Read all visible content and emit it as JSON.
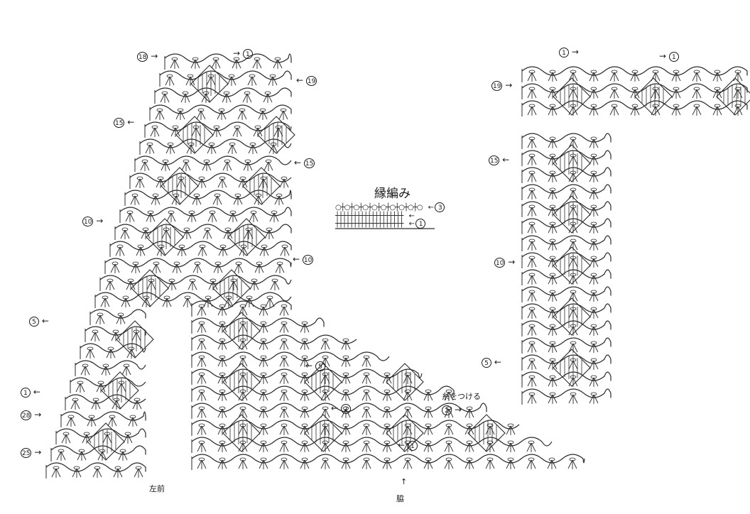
{
  "diagram": {
    "edging_title": "縁編み",
    "legend_rows": [
      {
        "text": "○┼○┼○┼○┼○┼○┼○┼○┼○┼○",
        "arrow": "←",
        "num": "3"
      },
      {
        "text": "┼┼┼┼┼┼┼┼┼┼┼┼┼┼┼┼┼┼┼",
        "arrow": "←",
        "num": ""
      },
      {
        "text": "┼┼┼┼┼┼┼┼┼┼┼┼┼┼┼┼┼┼┼",
        "arrow": "←",
        "num": "1"
      }
    ],
    "row_markers": {
      "left": [
        {
          "num": "18",
          "arrow": "→"
        },
        {
          "num": "15",
          "arrow": "←"
        },
        {
          "num": "10",
          "arrow": "→"
        },
        {
          "num": "5",
          "arrow": "←"
        },
        {
          "num": "1",
          "arrow": "←"
        },
        {
          "num": "28",
          "arrow": "→"
        },
        {
          "num": "25",
          "arrow": "→"
        }
      ],
      "center": [
        {
          "num": "1",
          "arrow": "→"
        },
        {
          "num": "19",
          "arrow": "←"
        },
        {
          "num": "15",
          "arrow": "←"
        },
        {
          "num": "10",
          "arrow": "←"
        },
        {
          "num": "5",
          "arrow": "←"
        },
        {
          "num": "2",
          "arrow": "←"
        },
        {
          "num": "1",
          "arrow": "←"
        }
      ],
      "right": [
        {
          "num": "1",
          "arrow": "→"
        },
        {
          "num": "1",
          "arrow": "→"
        },
        {
          "num": "19",
          "arrow": "→"
        },
        {
          "num": "15",
          "arrow": "←"
        },
        {
          "num": "10",
          "arrow": "→"
        },
        {
          "num": "5",
          "arrow": "←"
        },
        {
          "num": "2",
          "arrow": "→"
        }
      ]
    },
    "attach_yarn_label": "糸をつける",
    "left_front_label": "左前",
    "side_label": "脇",
    "side_arrow": "↑"
  }
}
